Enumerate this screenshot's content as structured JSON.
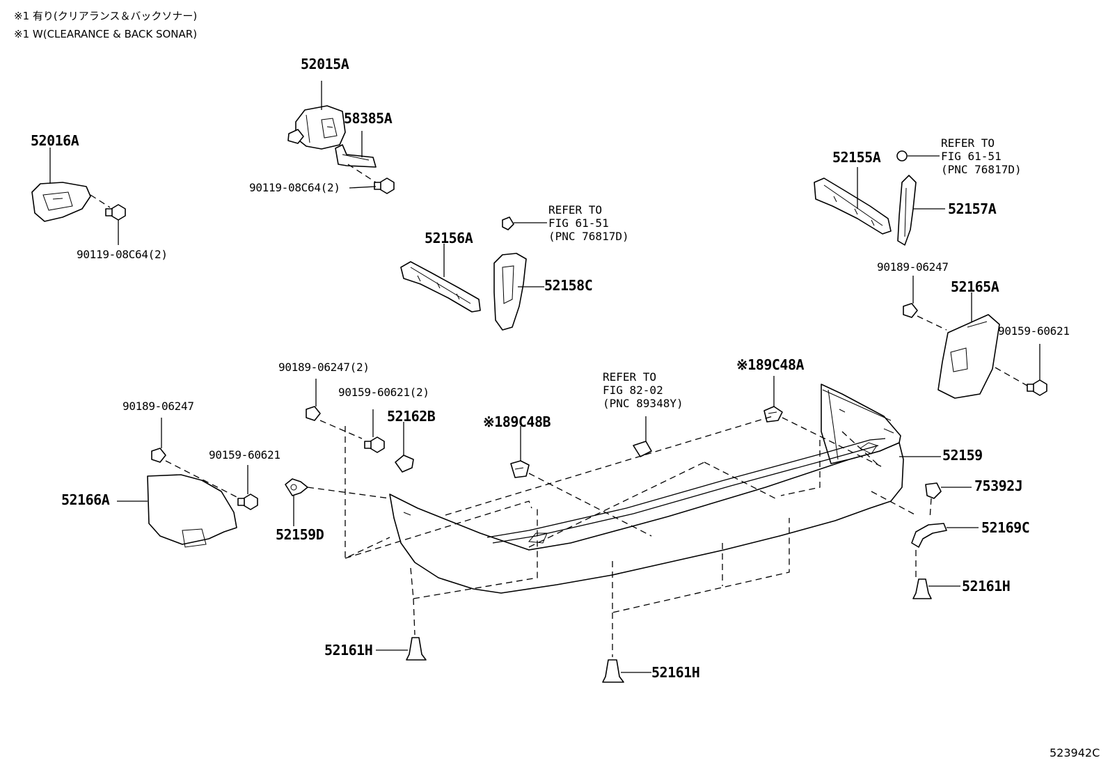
{
  "notes": {
    "line1": "※1 有り(クリアランス＆バックソナー)",
    "line2": "※1 W(CLEARANCE & BACK SONAR)"
  },
  "labels": {
    "p52015A": "52015A",
    "p58385A": "58385A",
    "p90119_upper": "90119-08C64(2)",
    "p52016A": "52016A",
    "p90119_lower": "90119-08C64(2)",
    "p52156A": "52156A",
    "p52158C": "52158C",
    "p52155A": "52155A",
    "p52157A": "52157A",
    "p90189_right": "90189-06247",
    "p52165A": "52165A",
    "p90159_right": "90159-60621",
    "p189C48A": "※189C48A",
    "p189C48B": "※189C48B",
    "p90189_2": "90189-06247(2)",
    "p90159_2": "90159-60621(2)",
    "p52162B": "52162B",
    "p90189_left": "90189-06247",
    "p90159_left": "90159-60621",
    "p52166A": "52166A",
    "p52159D": "52159D",
    "p52159": "52159",
    "p75392J": "75392J",
    "p52169C": "52169C",
    "p52161H_right": "52161H",
    "p52161H_left": "52161H",
    "p52161H_center": "52161H"
  },
  "refers": {
    "r1": {
      "line1": "REFER TO",
      "line2": "FIG 61-51",
      "line3": "(PNC 76817D)"
    },
    "r2": {
      "line1": "REFER TO",
      "line2": "FIG 61-51",
      "line3": "(PNC 76817D)"
    },
    "r3": {
      "line1": "REFER TO",
      "line2": "FIG 82-02",
      "line3": "(PNC 89348Y)"
    }
  },
  "figure_code": "523942C"
}
